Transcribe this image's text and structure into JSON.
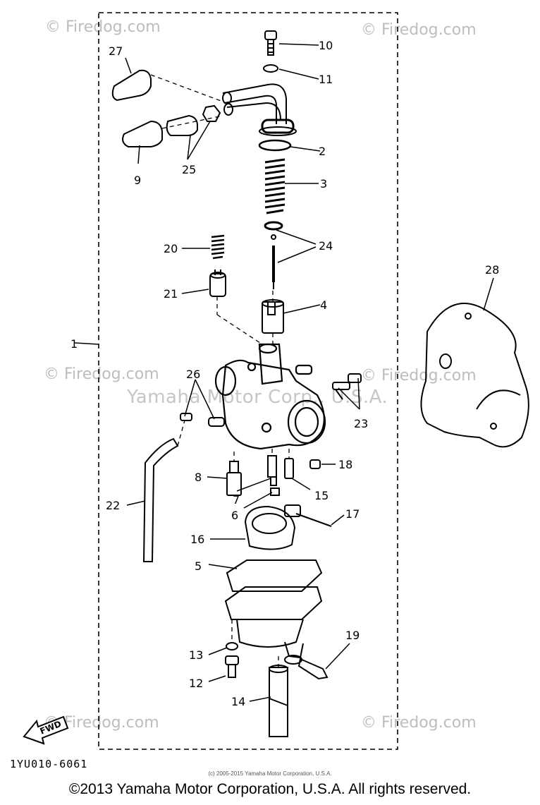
{
  "watermarks": {
    "top_left": "© Firedog.com",
    "top_right": "© Firedog.com",
    "mid_left": "© Firedog.com",
    "mid_right": "© Firedog.com",
    "bottom_left": "© Firedog.com",
    "bottom_right": "© Firedog.com",
    "center": "Yamaha Motor Corp., U.S.A."
  },
  "part_labels": [
    "1",
    "2",
    "3",
    "4",
    "5",
    "6",
    "7",
    "8",
    "9",
    "10",
    "11",
    "12",
    "13",
    "14",
    "15",
    "16",
    "17",
    "18",
    "19",
    "20",
    "21",
    "22",
    "23",
    "24",
    "25",
    "26",
    "27",
    "28"
  ],
  "fwd_badge": "FWD",
  "diagram_code": "1YU010-6061",
  "small_copyright": "(c) 2005-2015 Yamaha Motor Corporation, U.S.A.",
  "copyright": "©2013 Yamaha Motor Corporation, U.S.A. All rights reserved."
}
